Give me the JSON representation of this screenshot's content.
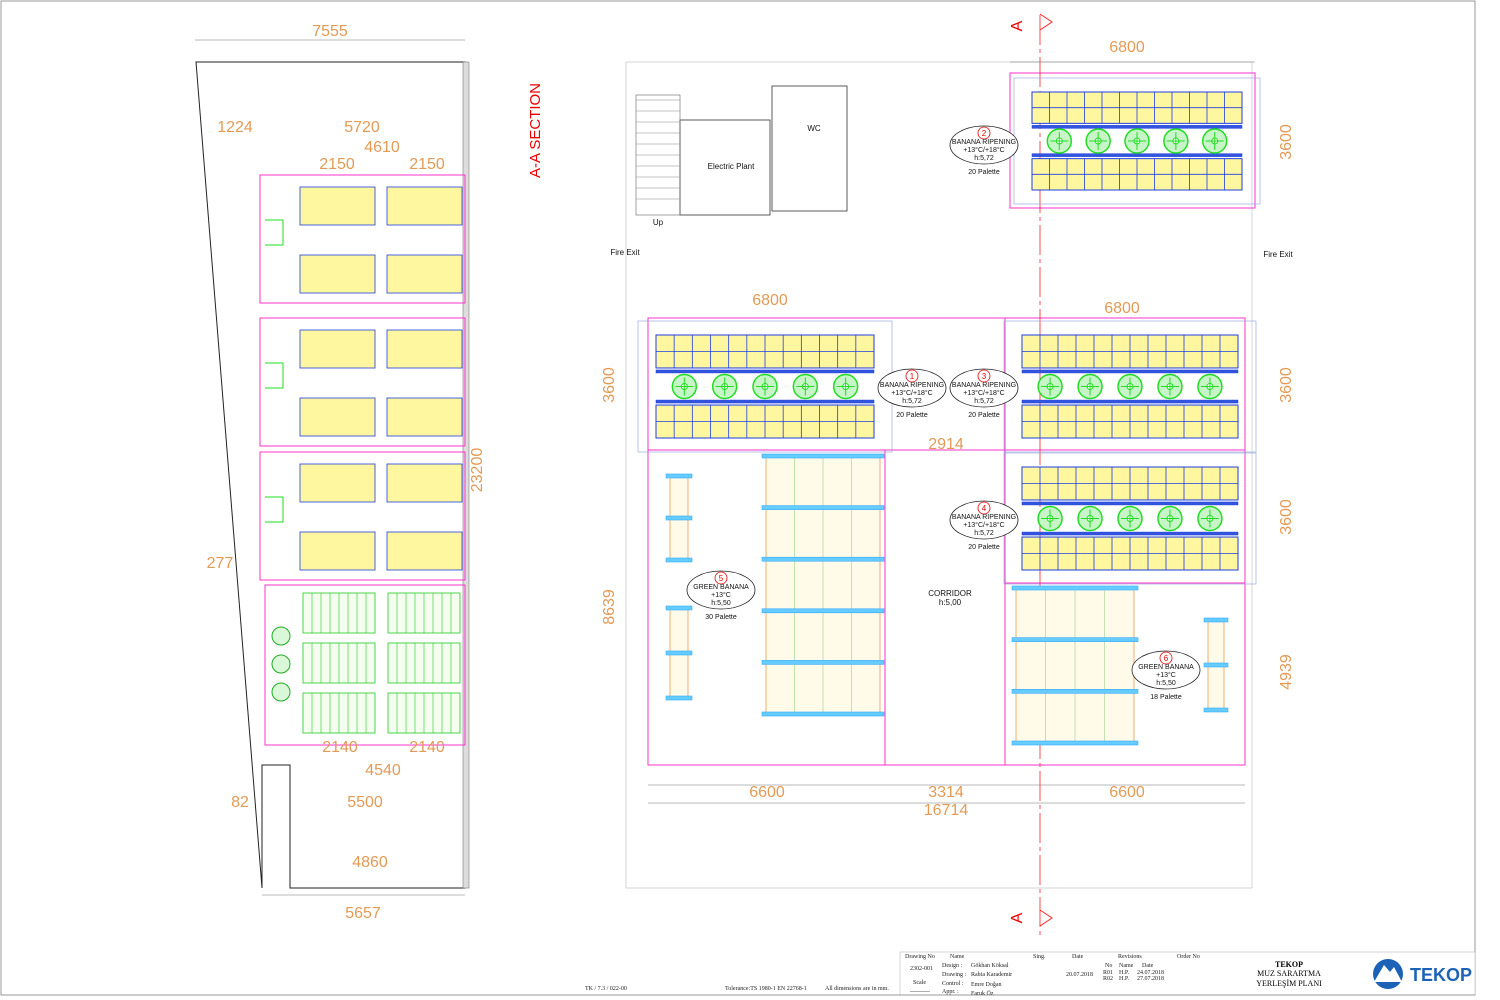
{
  "section_title": "A-A SECTION",
  "section_marker": "A",
  "colors": {
    "dimension": "#e39a55",
    "wall": "#ff33cc",
    "pallet": "#fff6a0",
    "rack": "#1f3fe0",
    "fan": "#22dd22",
    "axis": "#ff2222"
  },
  "section_dims": [
    "7555",
    "1224",
    "5720",
    "4610",
    "2150",
    "2150",
    "23200",
    "277",
    "2140",
    "2140",
    "4540",
    "82",
    "5500",
    "4860",
    "5657"
  ],
  "plan_dims": [
    "6800",
    "3600",
    "6800",
    "6800",
    "3600",
    "3600",
    "2914",
    "3600",
    "8639",
    "4939",
    "6600",
    "3314",
    "6600",
    "16714"
  ],
  "rooms": [
    {
      "no": "1",
      "name": "BANANA RIPENING",
      "temp": "+13°C/+18°C",
      "height": "h:5,72",
      "capacity": "20 Palette"
    },
    {
      "no": "2",
      "name": "BANANA RIPENING",
      "temp": "+13°C/+18°C",
      "height": "h:5,72",
      "capacity": "20 Palette"
    },
    {
      "no": "3",
      "name": "BANANA RIPENING",
      "temp": "+13°C/+18°C",
      "height": "h:5,72",
      "capacity": "20 Palette"
    },
    {
      "no": "4",
      "name": "BANANA RIPENING",
      "temp": "+13°C/+18°C",
      "height": "h:5,72",
      "capacity": "20 Palette"
    },
    {
      "no": "5",
      "name": "GREEN BANANA",
      "temp": "+13°C",
      "height": "h:5,50",
      "capacity": "30 Palette"
    },
    {
      "no": "6",
      "name": "GREEN BANANA",
      "temp": "+13°C",
      "height": "h:5,50",
      "capacity": "18 Palette"
    }
  ],
  "areas": {
    "electric": "Electric Plant",
    "wc": "WC",
    "up": "Up",
    "fire_exit_left": "Fire Exit",
    "fire_exit_right": "Fire Exit",
    "corridor": "CORRIDOR",
    "corridor_h": "h:5,00"
  },
  "title_block": {
    "doc_code": "TK / 7.3 / 022-00",
    "tolerance": "Tolerance:TS 1980-1 EN 22768-1",
    "units": "All dimensions are in mm.",
    "drawing_no_label": "Drawing No",
    "drawing_no": "2302-001",
    "scale_label": "Scale",
    "scale": "----------",
    "name_label": "Name",
    "sign_label": "Sing.",
    "date_label": "Date",
    "revisions_label": "Revisions",
    "order_label": "Order No",
    "design_label": "Design :",
    "design": "Gökhan Köksal",
    "drawing_label": "Drawing :",
    "drawing": "Rabia Karademir",
    "control_label": "Control :",
    "control": "Emre Doğan",
    "appr_label": "Appr. :",
    "appr": "Faruk Öz",
    "date": "20.07.2018",
    "rev_headers": [
      "No",
      "Name",
      "Date"
    ],
    "revisions": [
      [
        "R01",
        "H.P.",
        "24.07.2018"
      ],
      [
        "R02",
        "H.P.",
        "27.07.2018"
      ]
    ],
    "company": "TEKOP",
    "project1": "MUZ SARARTMA",
    "project2": "YERLEŞİM PLANI",
    "logo_text": "TEKOP"
  }
}
